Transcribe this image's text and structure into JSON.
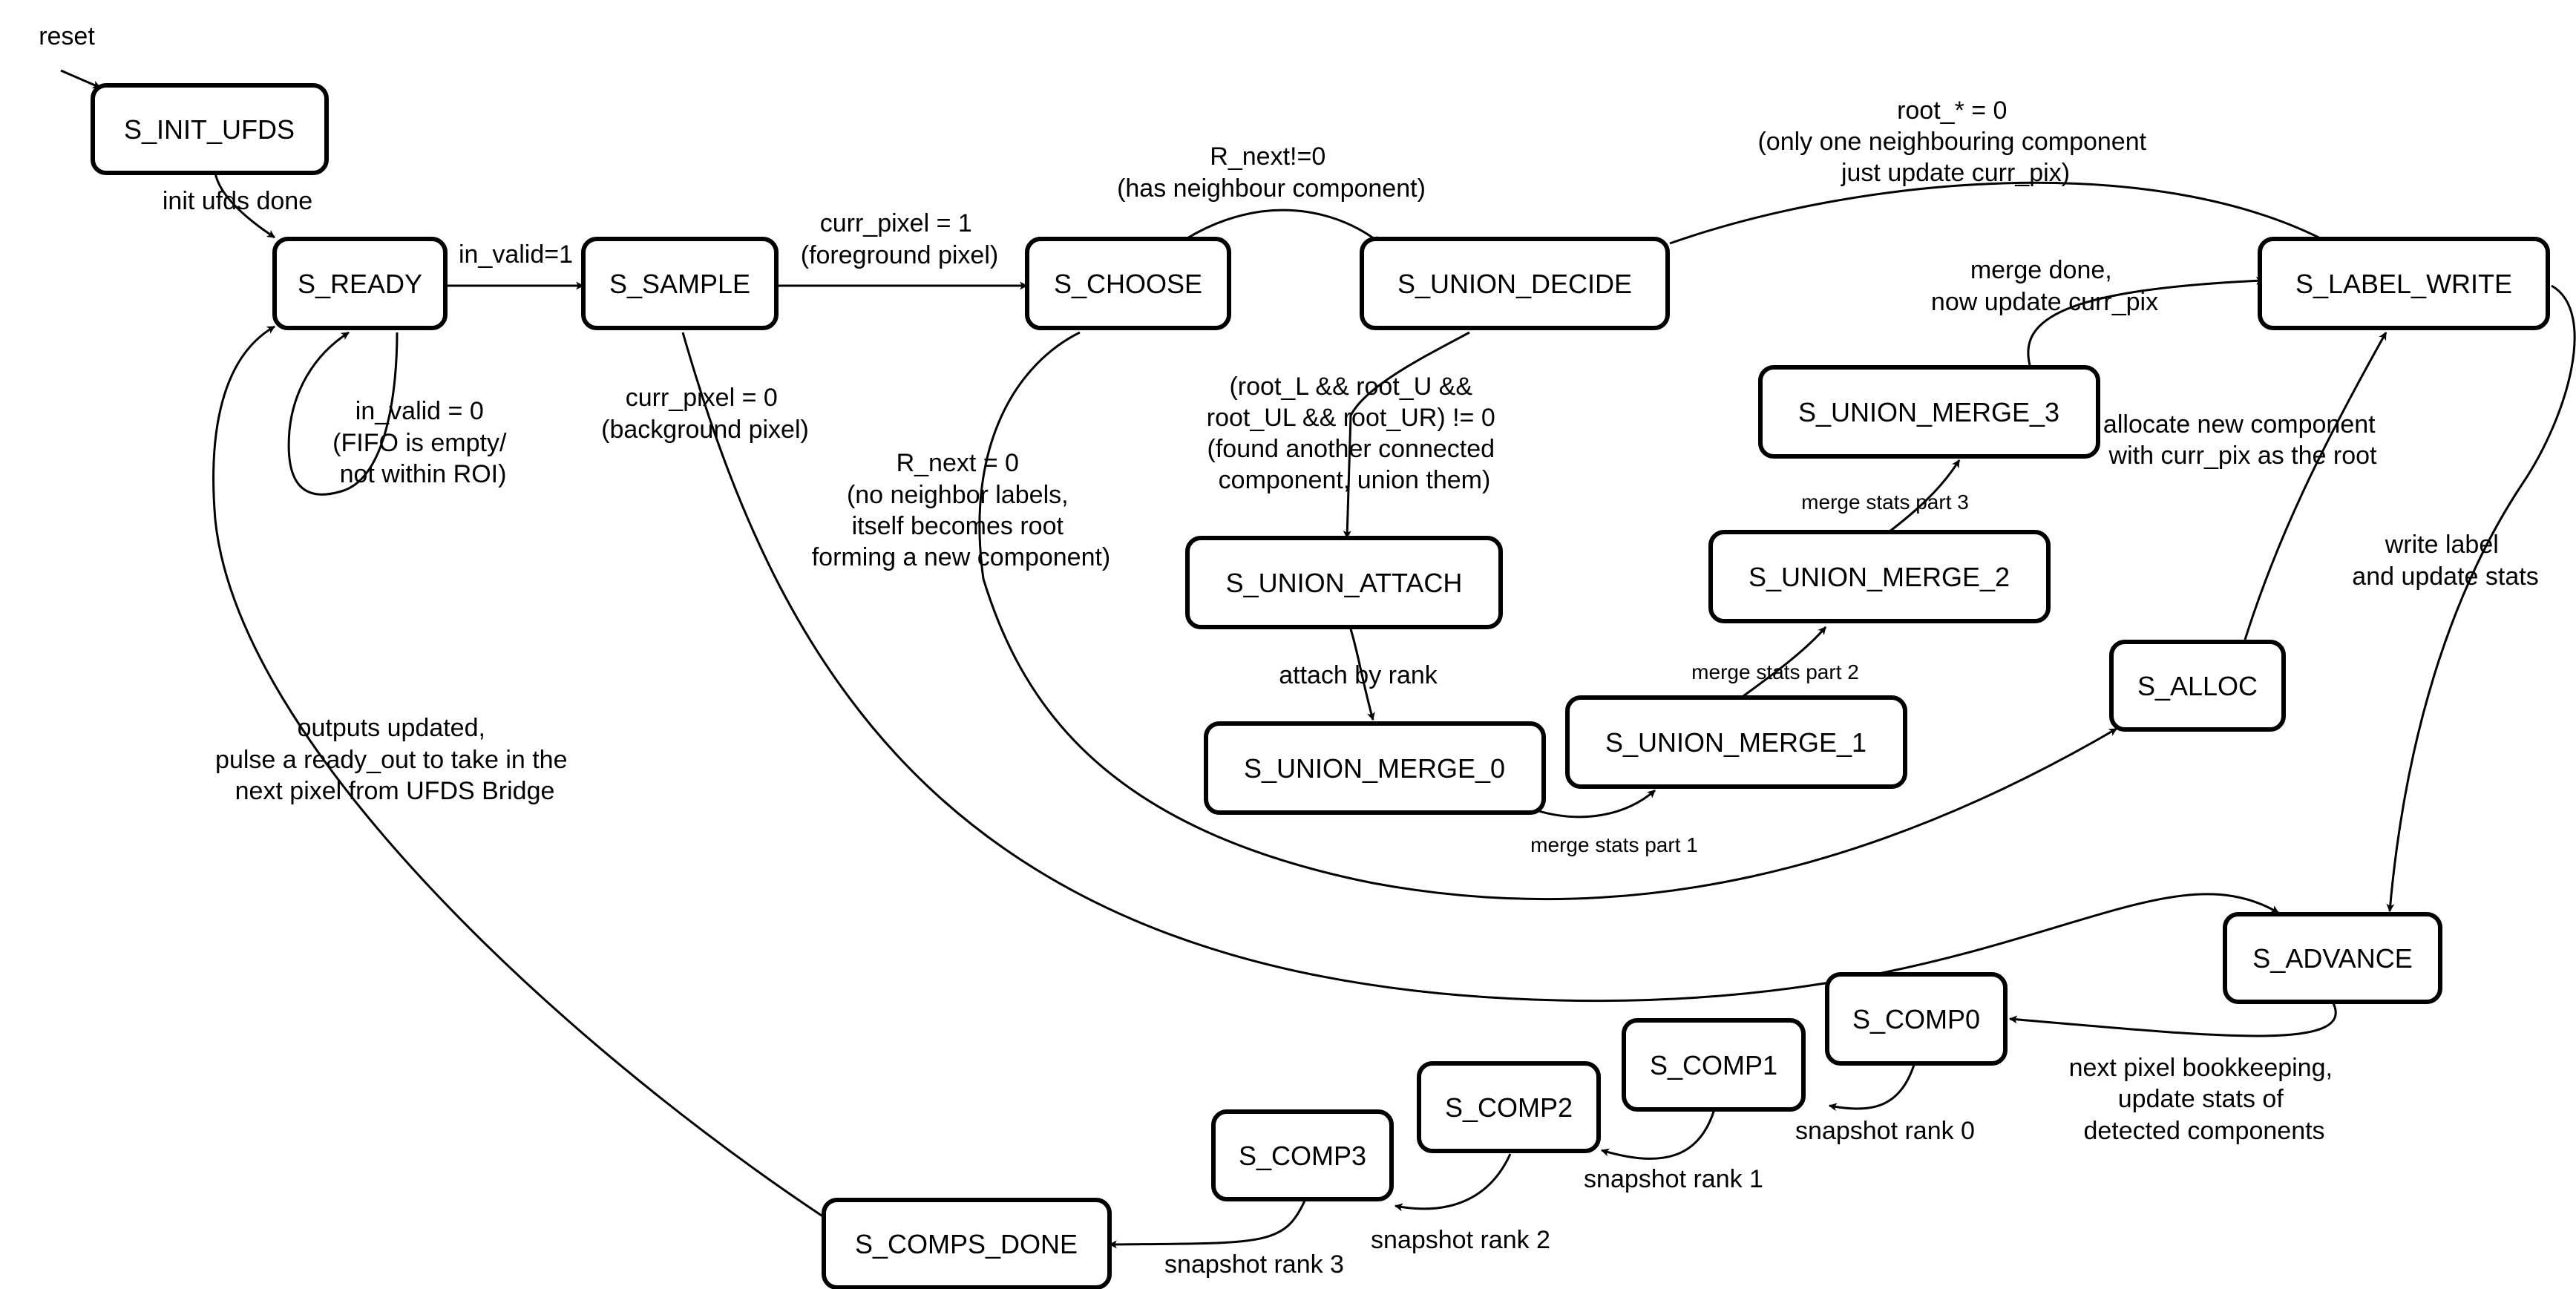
{
  "states": {
    "init_ufds": "S_INIT_UFDS",
    "ready": "S_READY",
    "sample": "S_SAMPLE",
    "choose": "S_CHOOSE",
    "union_decide": "S_UNION_DECIDE",
    "label_write": "S_LABEL_WRITE",
    "union_attach": "S_UNION_ATTACH",
    "union_merge_0": "S_UNION_MERGE_0",
    "union_merge_1": "S_UNION_MERGE_1",
    "union_merge_2": "S_UNION_MERGE_2",
    "union_merge_3": "S_UNION_MERGE_3",
    "alloc": "S_ALLOC",
    "advance": "S_ADVANCE",
    "comp0": "S_COMP0",
    "comp1": "S_COMP1",
    "comp2": "S_COMP2",
    "comp3": "S_COMP3",
    "comps_done": "S_COMPS_DONE"
  },
  "transitions": {
    "reset": "reset",
    "init_done": "init ufds done",
    "in_valid_1": "in_valid=1",
    "in_valid_0": [
      "in_valid = 0",
      "(FIFO is empty/",
      "not within ROI)"
    ],
    "fg_pixel": [
      "curr_pixel = 1",
      "(foreground pixel)"
    ],
    "bg_pixel": [
      "curr_pixel = 0",
      "(background pixel)"
    ],
    "r_next_nonzero": [
      "R_next!=0",
      "(has neighbour component)"
    ],
    "r_next_zero": [
      "R_next = 0",
      "(no neighbor labels,",
      "itself becomes root",
      "forming a new component)"
    ],
    "root_zero": [
      "root_* = 0",
      "(only one neighbouring component",
      "just update curr_pix)"
    ],
    "union_found": [
      "(root_L && root_U &&",
      "root_UL && root_UR) != 0",
      "(found another connected",
      "component, union them)"
    ],
    "attach_by_rank": "attach by rank",
    "merge_part1": "merge stats part 1",
    "merge_part2": "merge stats part 2",
    "merge_part3": "merge stats part 3",
    "merge_done": [
      "merge done,",
      "now update curr_pix"
    ],
    "allocate_new": [
      "allocate new component",
      "with curr_pix as the root"
    ],
    "write_label": [
      "write label",
      "and update stats"
    ],
    "next_pixel": [
      "next pixel bookkeeping,",
      "update stats of",
      "detected components"
    ],
    "snapshot_0": "snapshot rank 0",
    "snapshot_1": "snapshot rank 1",
    "snapshot_2": "snapshot rank 2",
    "snapshot_3": "snapshot rank 3",
    "outputs_updated": [
      "outputs updated,",
      "pulse a ready_out to take in the",
      "next pixel from UFDS Bridge"
    ]
  }
}
